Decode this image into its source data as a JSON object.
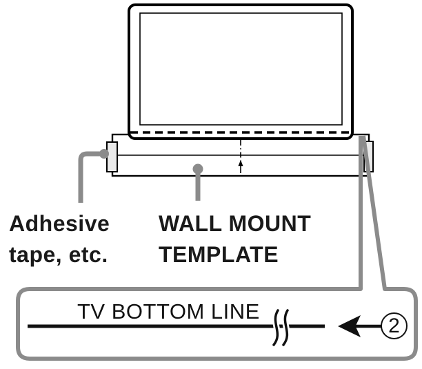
{
  "diagram": {
    "title_semantic": "tv-wall-mount-template-diagram",
    "labels": {
      "adhesive_line1": "Adhesive",
      "adhesive_line2": "tape, etc.",
      "template_line1": "WALL MOUNT",
      "template_line2": "TEMPLATE"
    },
    "callout": {
      "line_label": "TV BOTTOM LINE",
      "step_number": "2"
    },
    "colors": {
      "background": "#ffffff",
      "line": "#000000",
      "leader_gray": "#8b8b8b",
      "tape_fill": "#eaeaea",
      "text": "#1a1a1a"
    }
  }
}
